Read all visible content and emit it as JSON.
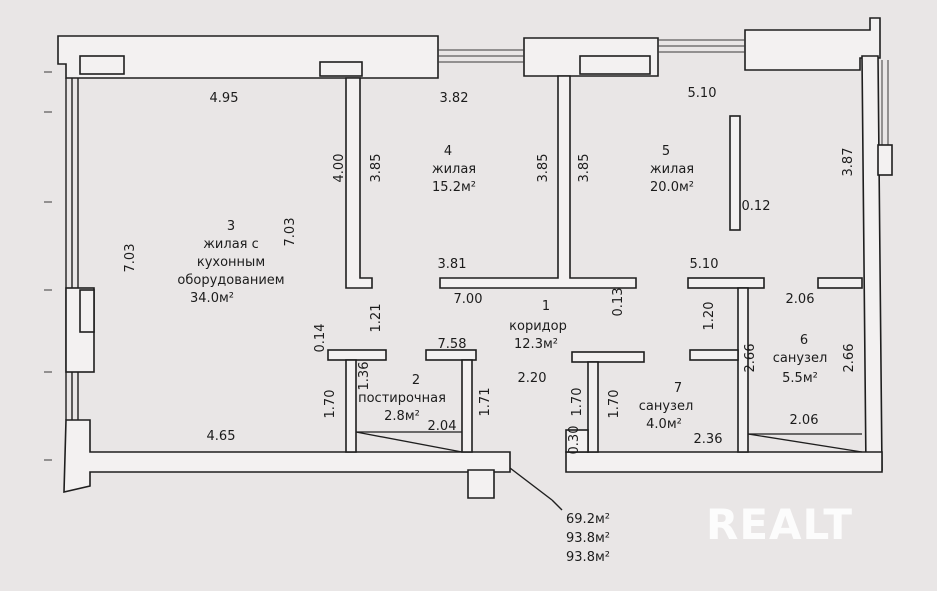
{
  "rooms": [
    {
      "number": "1",
      "name": "коридор",
      "area": "12.3м²"
    },
    {
      "number": "2",
      "name": "постирочная",
      "area": "2.8м²"
    },
    {
      "number": "3",
      "name_lines": [
        "жилая с",
        "кухонным",
        "оборудованием"
      ],
      "area": "34.0м²"
    },
    {
      "number": "4",
      "name": "жилая",
      "area": "15.2м²"
    },
    {
      "number": "5",
      "name": "жилая",
      "area": "20.0м²"
    },
    {
      "number": "6",
      "name": "санузел",
      "area": "5.5м²"
    },
    {
      "number": "7",
      "name": "санузел",
      "area": "4.0м²"
    }
  ],
  "dimensions": {
    "d_4_95": "4.95",
    "d_3_82": "3.82",
    "d_5_10_top": "5.10",
    "d_4_00": "4.00",
    "d_3_85_a": "3.85",
    "d_3_85_b": "3.85",
    "d_3_85_c": "3.85",
    "d_3_87": "3.87",
    "d_7_03_left": "7.03",
    "d_7_03_mid": "7.03",
    "d_0_12": "0.12",
    "d_3_81": "3.81",
    "d_5_10_mid": "5.10",
    "d_7_00": "7.00",
    "d_0_13": "0.13",
    "d_1_21": "1.21",
    "d_1_20": "1.20",
    "d_2_06_top": "2.06",
    "d_0_14": "0.14",
    "d_7_58": "7.58",
    "d_1_36": "1.36",
    "d_2_20": "2.20",
    "d_2_66_a": "2.66",
    "d_2_66_b": "2.66",
    "d_1_70_a": "1.70",
    "d_1_71": "1.71",
    "d_1_70_b": "1.70",
    "d_1_70_c": "1.70",
    "d_4_65": "4.65",
    "d_2_04": "2.04",
    "d_0_30": "0.30",
    "d_2_36": "2.36",
    "d_2_06_bottom": "2.06"
  },
  "totals": [
    "69.2м²",
    "93.8м²",
    "93.8м²"
  ],
  "watermark": "REALT"
}
